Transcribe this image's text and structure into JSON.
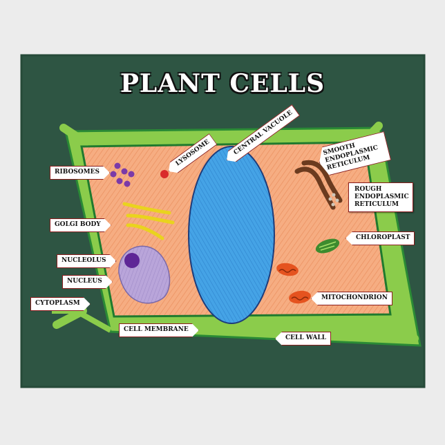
{
  "title": "PLANT CELLS",
  "colors": {
    "board": "#2e5543",
    "cell_wall": "#7bc242",
    "cell_wall_dark": "#1f7a2e",
    "cytoplasm": "#f4a87a",
    "vacuole": "#3f9be0",
    "nucleus": "#b7a2d8",
    "nucleolus": "#6a2aa0",
    "golgi": "#f5e63a",
    "mitochondrion": "#e5531f",
    "chloroplast": "#3d8b2e",
    "ribosome": "#7b3aa8",
    "lysosome": "#d92b2b",
    "label_border": "#8a1d1d"
  },
  "labels": {
    "ribosomes": "RIBOSOMES",
    "lysosome": "LYSOSOME",
    "central_vacuole": "CENTRAL VACUOLE",
    "smooth_er": "SMOOTH ENDOPLASMIC RETICULUM",
    "rough_er": "ROUGH ENDOPLASMIC RETICULUM",
    "golgi_body": "GOLGI BODY",
    "chloroplast": "CHLOROPLAST",
    "nucleolus": "NUCLEOLUS",
    "nucleus": "NUCLEUS",
    "cytoplasm": "CYTOPLASM",
    "mitochondrion": "MITOCHONDRION",
    "cell_membrane": "CELL MEMBRANE",
    "cell_wall": "CELL WALL"
  }
}
